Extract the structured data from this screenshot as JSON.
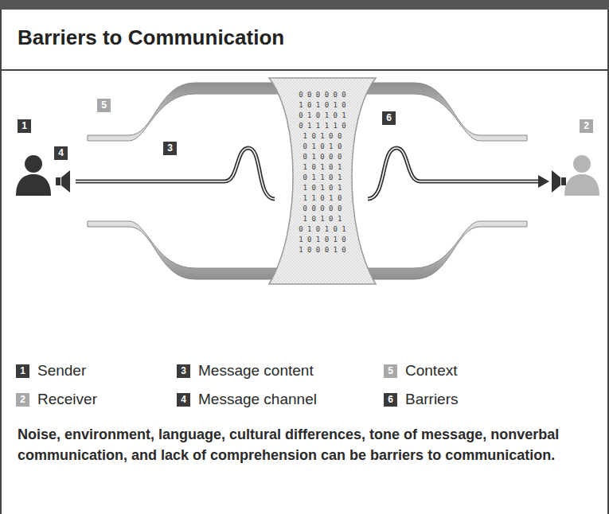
{
  "diagram": {
    "title": "Barriers to Communication",
    "caption": "Noise, environment, language, cultural differences, tone of message, nonverbal communication, and lack of comprehension can be barriers to communication.",
    "labels": [
      "1",
      "5",
      "4",
      "3",
      "6",
      "2",
      "0 0 0 0 0 0",
      "1 0 1 0 1 0",
      "0 1 0 1 0 1",
      "0 1 1 1 1 0",
      "1 0 1 0 0",
      "0 1 0 1 0",
      "0 1 0 0 0",
      "1 0 1 0 1",
      "0 1 1 0 1",
      "1 0 1 0 1",
      "1 1 0 1 0",
      "0 0 0 0 0",
      "1 0 1 0 1",
      "0 1 0 1 0 1",
      "1 0 1 0 1 0",
      "1 0 0 0 1 0",
      "1",
      "3",
      "5",
      "2",
      "4",
      "6"
    ],
    "legend": [
      {
        "text": "Sender"
      },
      {
        "text": "Message content"
      },
      {
        "text": "Context"
      },
      {
        "text": "Receiver"
      },
      {
        "text": "Message channel"
      },
      {
        "text": "Barriers"
      }
    ]
  }
}
